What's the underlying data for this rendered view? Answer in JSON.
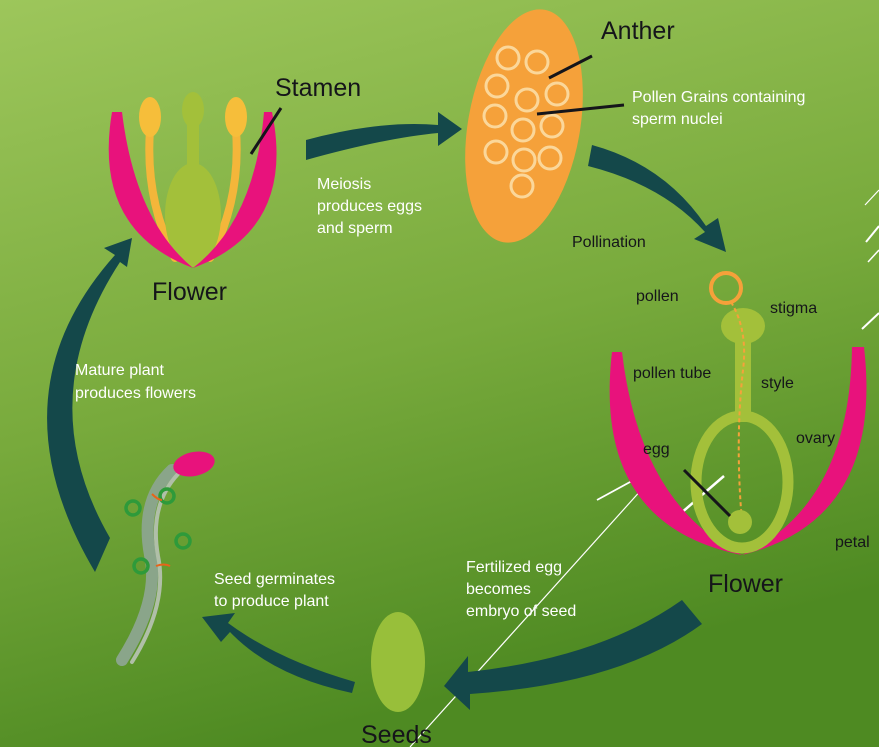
{
  "colors": {
    "background_top": "#9cc45a",
    "background_bottom": "#4f8a22",
    "arrow": "#14484a",
    "petal": "#e8127c",
    "stamen": "#f4b63a",
    "pistil": "#a3c03a",
    "anther_orange": "#f5a13a",
    "seed": "#98bf3a",
    "text_dark": "#15151a",
    "text_light": "#ffffff"
  },
  "labels": {
    "stamen": "Stamen",
    "flower_top": "Flower",
    "anther": "Anther",
    "pollen_grains": [
      "Pollen Grains containing",
      "sperm nuclei"
    ],
    "meiosis": [
      "Meiosis",
      "produces eggs",
      "and sperm"
    ],
    "pollination": "Pollination",
    "pollen": "pollen",
    "stigma": "stigma",
    "pollen_tube": "pollen tube",
    "style": "style",
    "ovary": "ovary",
    "egg": "egg",
    "petal": "petal",
    "flower_right": "Flower",
    "fertilized": [
      "Fertilized egg",
      "becomes",
      "embryo of seed"
    ],
    "seeds": "Seeds",
    "seed_germinates": [
      "Seed germinates",
      "to produce plant"
    ],
    "mature_plant": [
      "Mature plant",
      "produces flowers"
    ]
  },
  "icons": {
    "cycle_arrows": "curved-arrow-icon",
    "anther_pollen": "pollen-grain-icon",
    "seedling": "seedling-icon"
  }
}
